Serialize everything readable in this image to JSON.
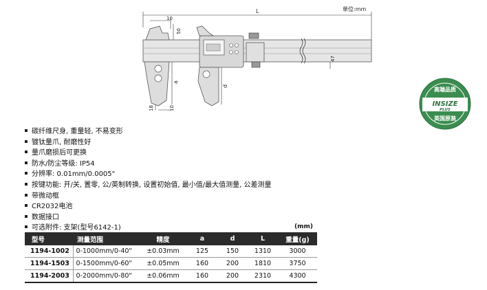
{
  "drawing": {
    "unit_label": "单位:mm",
    "dims": {
      "L": "L",
      "d10_top": "10",
      "d50": "50",
      "d47": "47",
      "a": "a",
      "d": "d",
      "d18": "18",
      "d10_bottom": "10"
    }
  },
  "badge": {
    "top_text": "高端品质",
    "brand": "INSIZE",
    "plus": "PLUS",
    "bottom_text": "英国原装",
    "color": "#3a8d4f"
  },
  "features": [
    "碳纤维尺身, 重量轻, 不易变形",
    "镀钛量爪, 耐磨性好",
    "量爪磨损后可更换",
    "防水/防尘等级: IP54",
    "分辨率: 0.01mm/0.0005\"",
    "按键功能: 开/关, 置零, 公/英制转换, 设置初始值, 最小值/最大值测量, 公差测量",
    "带微动框",
    "CR2032电池",
    "数据接口",
    "可选附件: 支架(型号6142-1)"
  ],
  "table": {
    "unit": "(mm)",
    "headers": [
      "型号",
      "测量范围",
      "精度",
      "a",
      "d",
      "L",
      "重量(g)"
    ],
    "rows": [
      [
        "1194-1002",
        "0-1000mm/0-40\"",
        "±0.03mm",
        "125",
        "150",
        "1310",
        "3000"
      ],
      [
        "1194-1503",
        "0-1500mm/0-60\"",
        "±0.05mm",
        "160",
        "200",
        "1810",
        "3750"
      ],
      [
        "1194-2003",
        "0-2000mm/0-80\"",
        "±0.06mm",
        "160",
        "200",
        "2310",
        "4300"
      ]
    ]
  }
}
